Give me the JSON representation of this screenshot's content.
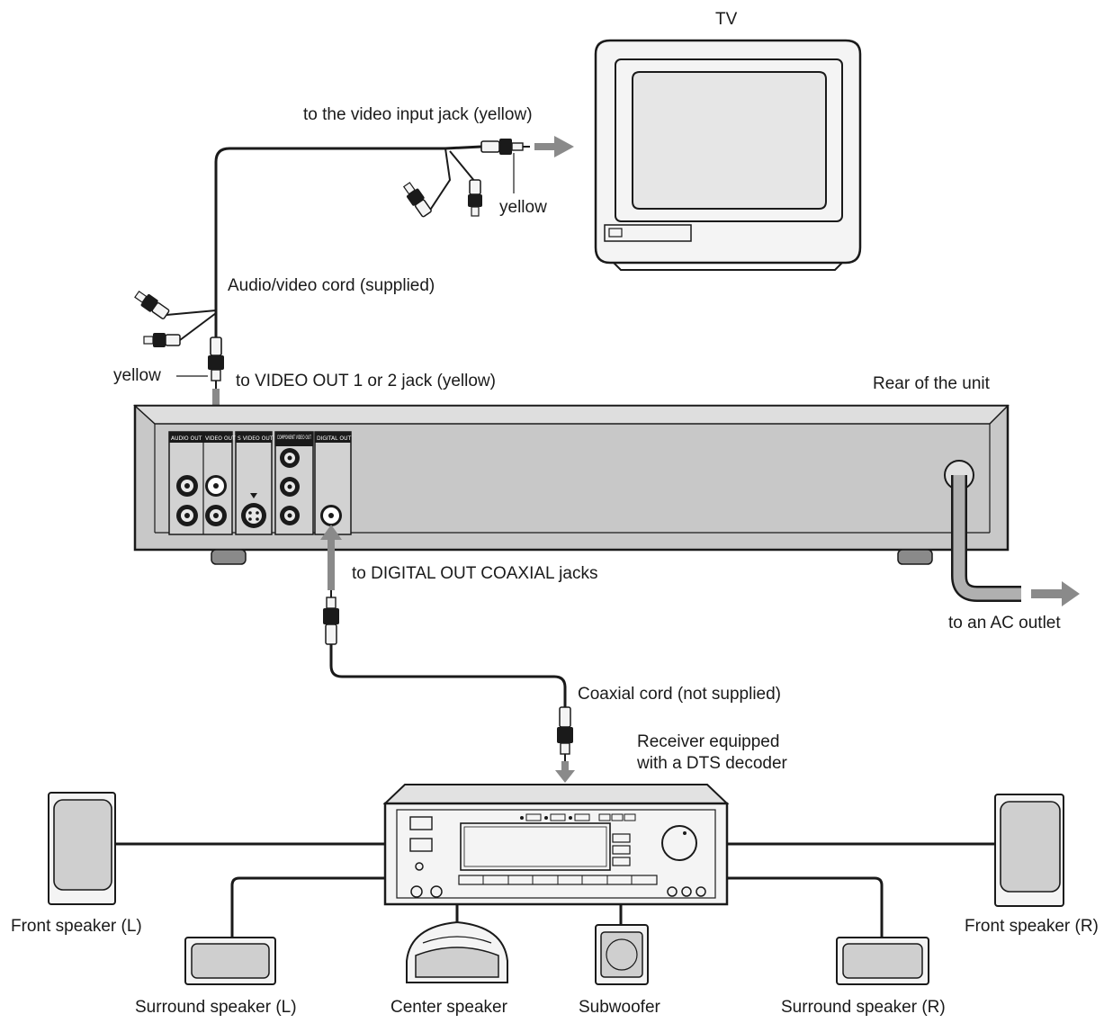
{
  "labels": {
    "tv": "TV",
    "video_input_jack": "to the video input jack (yellow)",
    "yellow_tv_plug": "yellow",
    "av_cord": "Audio/video cord (supplied)",
    "yellow_unit_plug": "yellow",
    "video_out_jack": "to VIDEO OUT 1 or 2 jack (yellow)",
    "rear_of_unit": "Rear of the unit",
    "digital_out_coaxial": "to DIGITAL OUT COAXIAL jacks",
    "ac_outlet": "to an AC outlet",
    "coaxial_cord": "Coaxial cord (not supplied)",
    "receiver_line1": "Receiver equipped",
    "receiver_line2": "with a DTS decoder",
    "front_speaker_l": "Front speaker (L)",
    "front_speaker_r": "Front speaker (R)",
    "surround_speaker_l": "Surround speaker (L)",
    "surround_speaker_r": "Surround speaker (R)",
    "center_speaker": "Center speaker",
    "subwoofer": "Subwoofer"
  },
  "panel_labels": {
    "audio_out": "AUDIO OUT",
    "video_out": "VIDEO OUT",
    "s_video_out": "S VIDEO OUT",
    "component_video_out": "COMPONENT VIDEO OUT",
    "digital_out": "DIGITAL OUT"
  },
  "colors": {
    "line": "#1a1a1a",
    "device_fill": "#f4f4f4",
    "unit_fill": "#c8c8c8",
    "speaker_cone": "#cfcfcf",
    "arrow_gray": "#8a8a8a",
    "panel_label_bg": "#1a1a1a"
  }
}
